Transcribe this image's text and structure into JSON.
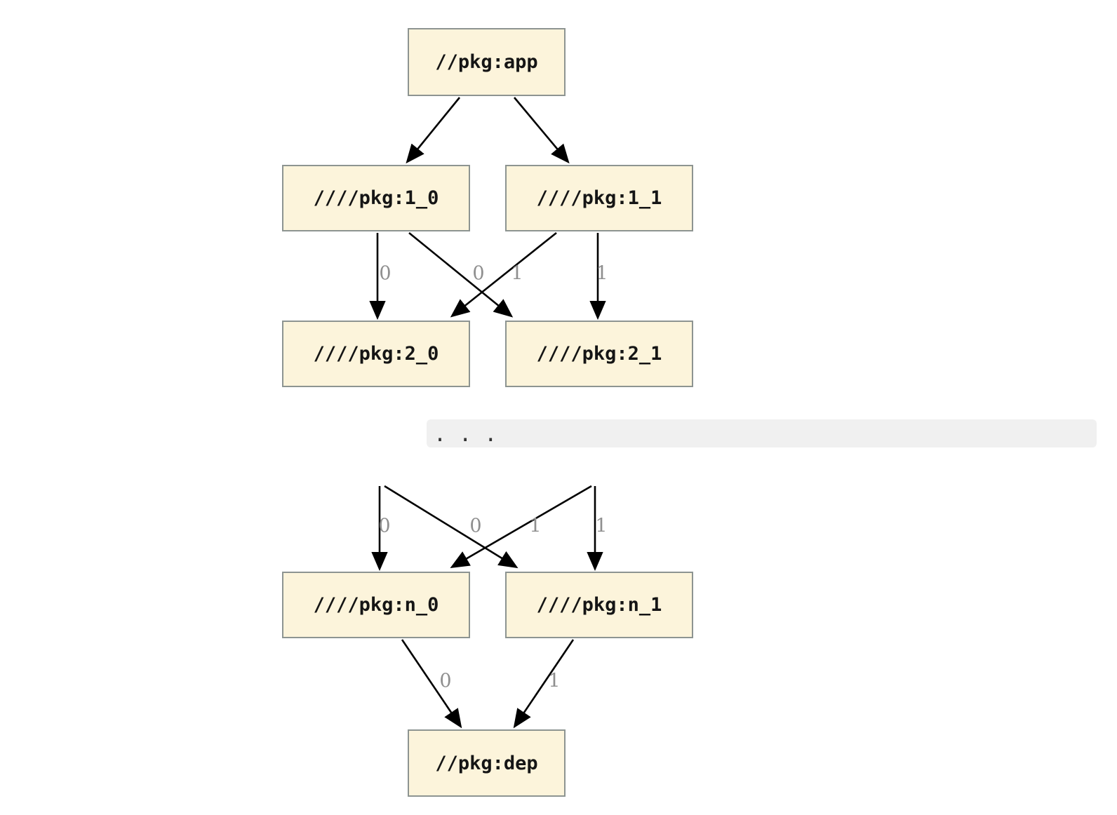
{
  "diagram": {
    "nodes": {
      "app": {
        "label": "//pkg:app"
      },
      "1_0": {
        "label": "////pkg:1_0"
      },
      "1_1": {
        "label": "////pkg:1_1"
      },
      "2_0": {
        "label": "////pkg:2_0"
      },
      "2_1": {
        "label": "////pkg:2_1"
      },
      "n_0": {
        "label": "////pkg:n_0"
      },
      "n_1": {
        "label": "////pkg:n_1"
      },
      "dep": {
        "label": "//pkg:dep"
      }
    },
    "ellipsis": ". . .",
    "edges": [
      {
        "from": "//pkg:app",
        "to": "////pkg:1_0",
        "label": ""
      },
      {
        "from": "//pkg:app",
        "to": "////pkg:1_1",
        "label": ""
      },
      {
        "from": "////pkg:1_0",
        "to": "////pkg:2_0",
        "label": "0"
      },
      {
        "from": "////pkg:1_1",
        "to": "////pkg:2_0",
        "label": "0"
      },
      {
        "from": "////pkg:1_0",
        "to": "////pkg:2_1",
        "label": "1"
      },
      {
        "from": "////pkg:1_1",
        "to": "////pkg:2_1",
        "label": "1"
      },
      {
        "from": "...",
        "to": "////pkg:n_0",
        "label": "0"
      },
      {
        "from": "...",
        "to": "////pkg:n_0",
        "label": "0"
      },
      {
        "from": "...",
        "to": "////pkg:n_1",
        "label": "1"
      },
      {
        "from": "...",
        "to": "////pkg:n_1",
        "label": "1"
      },
      {
        "from": "////pkg:n_0",
        "to": "//pkg:dep",
        "label": "0"
      },
      {
        "from": "////pkg:n_1",
        "to": "//pkg:dep",
        "label": "1"
      }
    ],
    "colors": {
      "node_fill": "#FCF4DB",
      "node_border": "#8D9491",
      "node_text": "#151515",
      "edge": "#000000",
      "edge_label": "#8F8F8F",
      "band_bg": "#F0F0F0",
      "band_text": "#333333"
    }
  }
}
